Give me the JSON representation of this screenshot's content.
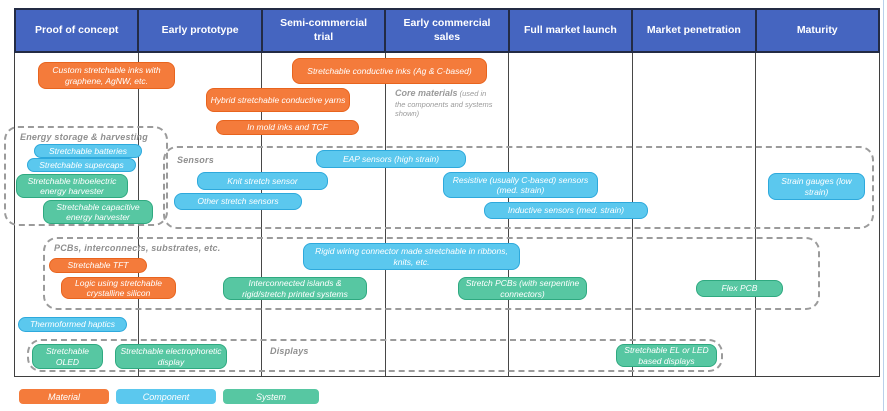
{
  "title_row": {
    "columns": [
      "Proof of concept",
      "Early prototype",
      "Semi-commercial trial",
      "Early commercial sales",
      "Full market launch",
      "Market penetration",
      "Maturity"
    ]
  },
  "groups": [
    {
      "id": "energy",
      "label": "Energy storage & harvesting"
    },
    {
      "id": "sensors",
      "label": "Sensors"
    },
    {
      "id": "pcbs",
      "label": "PCBs, interconnects, substrates, etc."
    },
    {
      "id": "displays",
      "label": "Displays"
    }
  ],
  "annotation": {
    "title": "Core materials",
    "note": "(used in the components and systems shown)"
  },
  "boxes": [
    {
      "id": "custom-inks",
      "type": "material",
      "label": "Custom stretchable inks with graphene, AgNW, etc."
    },
    {
      "id": "conductive-inks",
      "type": "material",
      "label": "Stretchable conductive inks (Ag & C-based)"
    },
    {
      "id": "hybrid-yarns",
      "type": "material",
      "label": "Hybrid stretchable conductive yarns"
    },
    {
      "id": "inmold-inks",
      "type": "material",
      "label": "In mold inks and TCF"
    },
    {
      "id": "stretchable-tft",
      "type": "material",
      "label": "Stretchable TFT"
    },
    {
      "id": "logic-silicon",
      "type": "material",
      "label": "Logic using stretchable crystalline silicon"
    },
    {
      "id": "batteries",
      "type": "component",
      "label": "Stretchable batteries"
    },
    {
      "id": "supercaps",
      "type": "component",
      "label": "Stretchable supercaps"
    },
    {
      "id": "triboelectric",
      "type": "system",
      "label": "Stretchable triboelectric energy harvester"
    },
    {
      "id": "capacitive",
      "type": "system",
      "label": "Stretchable capacitive energy harvester"
    },
    {
      "id": "eap-sensors",
      "type": "component",
      "label": "EAP sensors (high strain)"
    },
    {
      "id": "knit-sensor",
      "type": "component",
      "label": "Knit stretch sensor"
    },
    {
      "id": "other-stretch",
      "type": "component",
      "label": "Other stretch sensors"
    },
    {
      "id": "resistive-sensors",
      "type": "component",
      "label": "Resistive (usually C-based) sensors (med. strain)"
    },
    {
      "id": "inductive-sensors",
      "type": "component",
      "label": "Inductive sensors (med. strain)"
    },
    {
      "id": "strain-gauges",
      "type": "component",
      "label": "Strain gauges (low strain)"
    },
    {
      "id": "rigid-wiring",
      "type": "component",
      "label": "Rigid wiring connector made stretchable in ribbons, knits, etc."
    },
    {
      "id": "interconnected-islands",
      "type": "system",
      "label": "Interconnected islands & rigid/stretch printed systems"
    },
    {
      "id": "stretch-pcbs",
      "type": "system",
      "label": "Stretch PCBs (with serpentine connectors)"
    },
    {
      "id": "flex-pcb",
      "type": "system",
      "label": "Flex PCB"
    },
    {
      "id": "thermoformed-haptics",
      "type": "component",
      "label": "Thermoformed haptics"
    },
    {
      "id": "oled",
      "type": "system",
      "label": "Stretchable OLED"
    },
    {
      "id": "electrophoretic",
      "type": "system",
      "label": "Stretchable electrophoretic display"
    },
    {
      "id": "el-led",
      "type": "system",
      "label": "Stretchable EL or LED based displays"
    }
  ],
  "legend": [
    {
      "type": "material",
      "label": "Material"
    },
    {
      "type": "component",
      "label": "Component"
    },
    {
      "type": "system",
      "label": "System"
    }
  ],
  "colors": {
    "header_bg": "#4565C0",
    "material": "#F47B3B",
    "material_border": "#E8641E",
    "component": "#5BC8EE",
    "component_border": "#2EA9DC",
    "system": "#57C7A2",
    "system_border": "#2FA980",
    "group_label": "#8F8F8F",
    "grid_line": "#474747"
  }
}
